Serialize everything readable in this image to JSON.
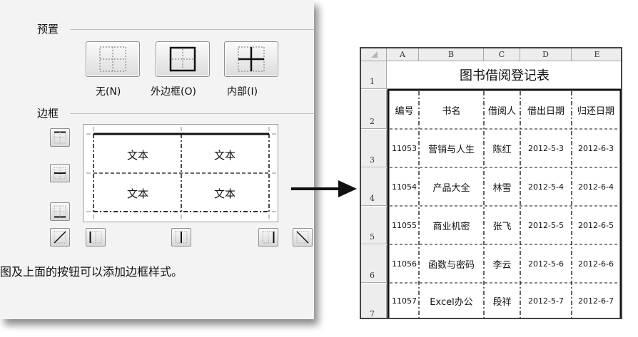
{
  "dialog": {
    "preset_title": "预置",
    "presets": [
      {
        "label": "无(N)"
      },
      {
        "label": "外边框(O)"
      },
      {
        "label": "内部(I)"
      }
    ],
    "border_title": "边框",
    "preview_text": [
      "文本",
      "文本",
      "文本",
      "文本"
    ],
    "hint": "图及上面的按钮可以添加边框样式。"
  },
  "sheet": {
    "col_headers": [
      "A",
      "B",
      "C",
      "D",
      "E"
    ],
    "row_headers": [
      "1",
      "2",
      "3",
      "4",
      "5",
      "6",
      "7"
    ],
    "title": "图书借阅登记表",
    "table_headers": [
      "编号",
      "书名",
      "借阅人",
      "借出日期",
      "归还日期"
    ],
    "rows": [
      [
        "11053",
        "营销与人生",
        "陈红",
        "2012-5-3",
        "2012-6-3"
      ],
      [
        "11054",
        "产品大全",
        "林雪",
        "2012-5-4",
        "2012-6-4"
      ],
      [
        "11055",
        "商业机密",
        "张飞",
        "2012-5-5",
        "2012-6-5"
      ],
      [
        "11056",
        "函数与密码",
        "李云",
        "2012-5-6",
        "2012-6-6"
      ],
      [
        "11057",
        "Excel办公",
        "段祥",
        "2012-5-7",
        "2012-6-7"
      ]
    ]
  }
}
